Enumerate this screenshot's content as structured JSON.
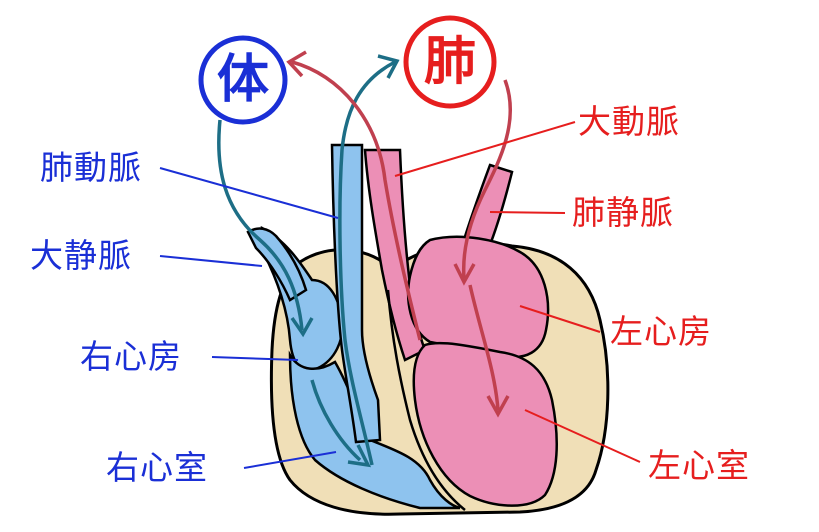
{
  "circles": {
    "body": "体",
    "lung": "肺"
  },
  "labels": {
    "pulmonary_artery": "肺動脈",
    "vena_cava": "大静脈",
    "right_atrium": "右心房",
    "right_ventricle": "右心室",
    "aorta": "大動脈",
    "pulmonary_vein": "肺静脈",
    "left_atrium": "左心房",
    "left_ventricle": "左心室"
  },
  "colors": {
    "oxygen_poor": "#8ec3ee",
    "oxygen_rich": "#ec8fb6",
    "muscle": "#f0dfb7",
    "blue_text": "#1a2fd6",
    "red_text": "#e61e1e",
    "blue_arrow": "#1d6e86",
    "red_arrow": "#c0404f"
  }
}
